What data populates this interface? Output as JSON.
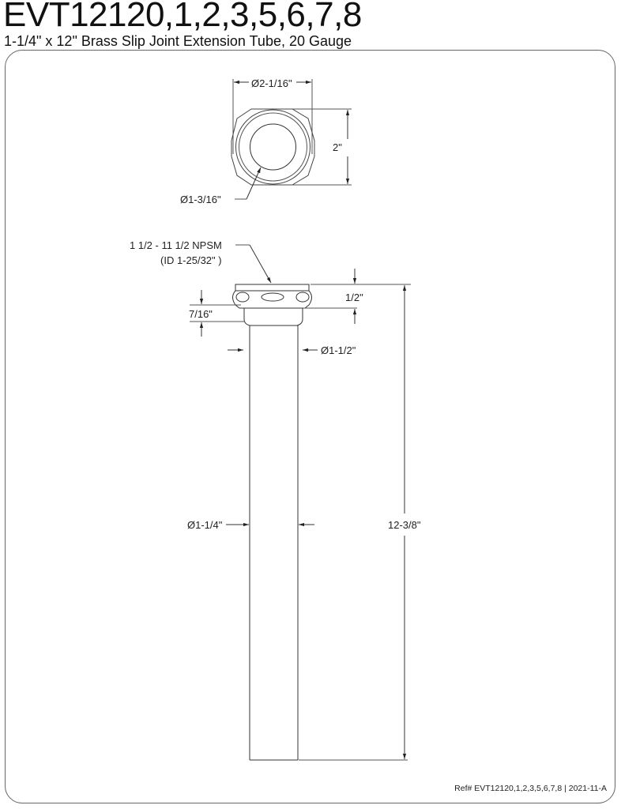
{
  "header": {
    "model_number": "EVT12120,1,2,3,5,6,7,8",
    "description": "1-1/4\" x 12\" Brass Slip Joint Extension Tube, 20 Gauge"
  },
  "top_view": {
    "outer_diameter": "Ø2-1/16\"",
    "height": "2\"",
    "inner_diameter": "Ø1-3/16\""
  },
  "side_view": {
    "thread_spec": "1 1/2 - 11 1/2 NPSM",
    "thread_id": "(ID 1-25/32\" )",
    "nut_height": "1/2\"",
    "collar_height": "7/16\"",
    "collar_diameter": "Ø1-1/2\"",
    "tube_diameter": "Ø1-1/4\"",
    "overall_length": "12-3/8\""
  },
  "footer": {
    "reference": "Ref# EVT12120,1,2,3,5,6,7,8 | 2021-11-A"
  }
}
